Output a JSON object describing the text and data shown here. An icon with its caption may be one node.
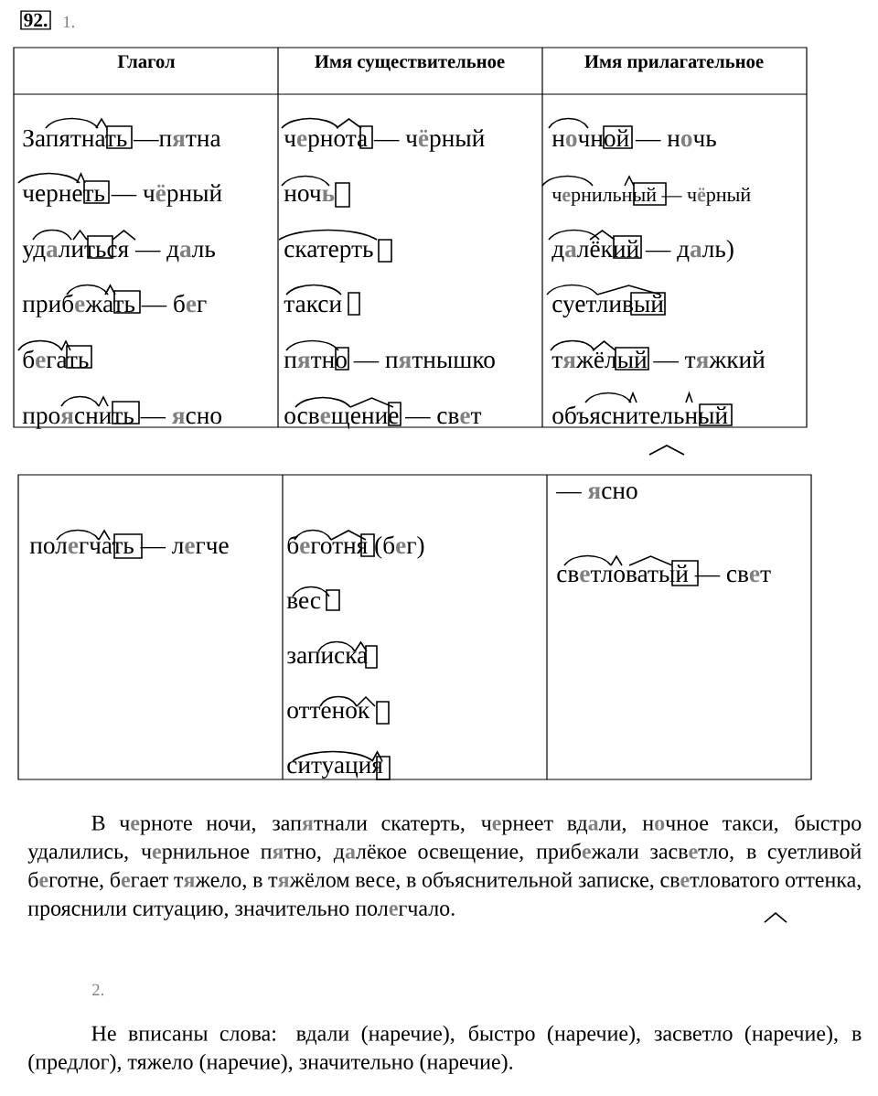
{
  "diagram": {
    "nodes": [
      {
        "text": [
          "92."
        ]
      }
    ],
    "labels": [
      "1.",
      "Глагол",
      "Имя существительное",
      "Имя прилагательное",
      "Запятнать —п**я**тна",
      "ч**е**рнота — ч**ё**рный",
      "н**о**чной — н**о**чь",
      "чернеть — ч**ё**рный",
      "ноч**ь**",
      "ч**е**рнильный — ч**ё**рный",
      "уд**а**литься — д**а**ль",
      "скатерть",
      "д**а**лёкий — д**а**ль)",
      "приб**е**жать — б**е**г",
      "такси",
      "суетливый",
      "б**е**гать",
      "п**я**тно — п**я**тнышко",
      "т**я**жёлый — т**я**жкий",
      "про**я**снить — **я**сно",
      "осв**е**щение — св**е**т",
      "объяснительный",
      "пол**е**гчать — л**е**гче",
      "б**е**готня (б**е**г)",
      "— **я**сно",
      "св**е**тловатый — св**е**т",
      "вес",
      "записка",
      "оттенок",
      "ситуация",
      "В ч**е**рноте ночи, зап**я**тнали скатерть, ч**е**рнеет вд**а**ли, н**о**чное такси, быстро удалились, ч**е**рнильное п**я**тно, д**а**лёкое освещение, приб**е**жали засв**е**тло, в суетливой б**е**готне, б**е**гает т**я**жело, в т**я**жёлом весе, в объяснительной записке, св**е**тловатого оттенка, прояснили ситуацию, значительно пол**е**гчало.",
      "2.",
      "Не вписаны слова: вдали (наречие), быстро (наречие), засветло (наречие), в (предлог), тяжело (наречие), значительно (наречие)."
    ]
  }
}
